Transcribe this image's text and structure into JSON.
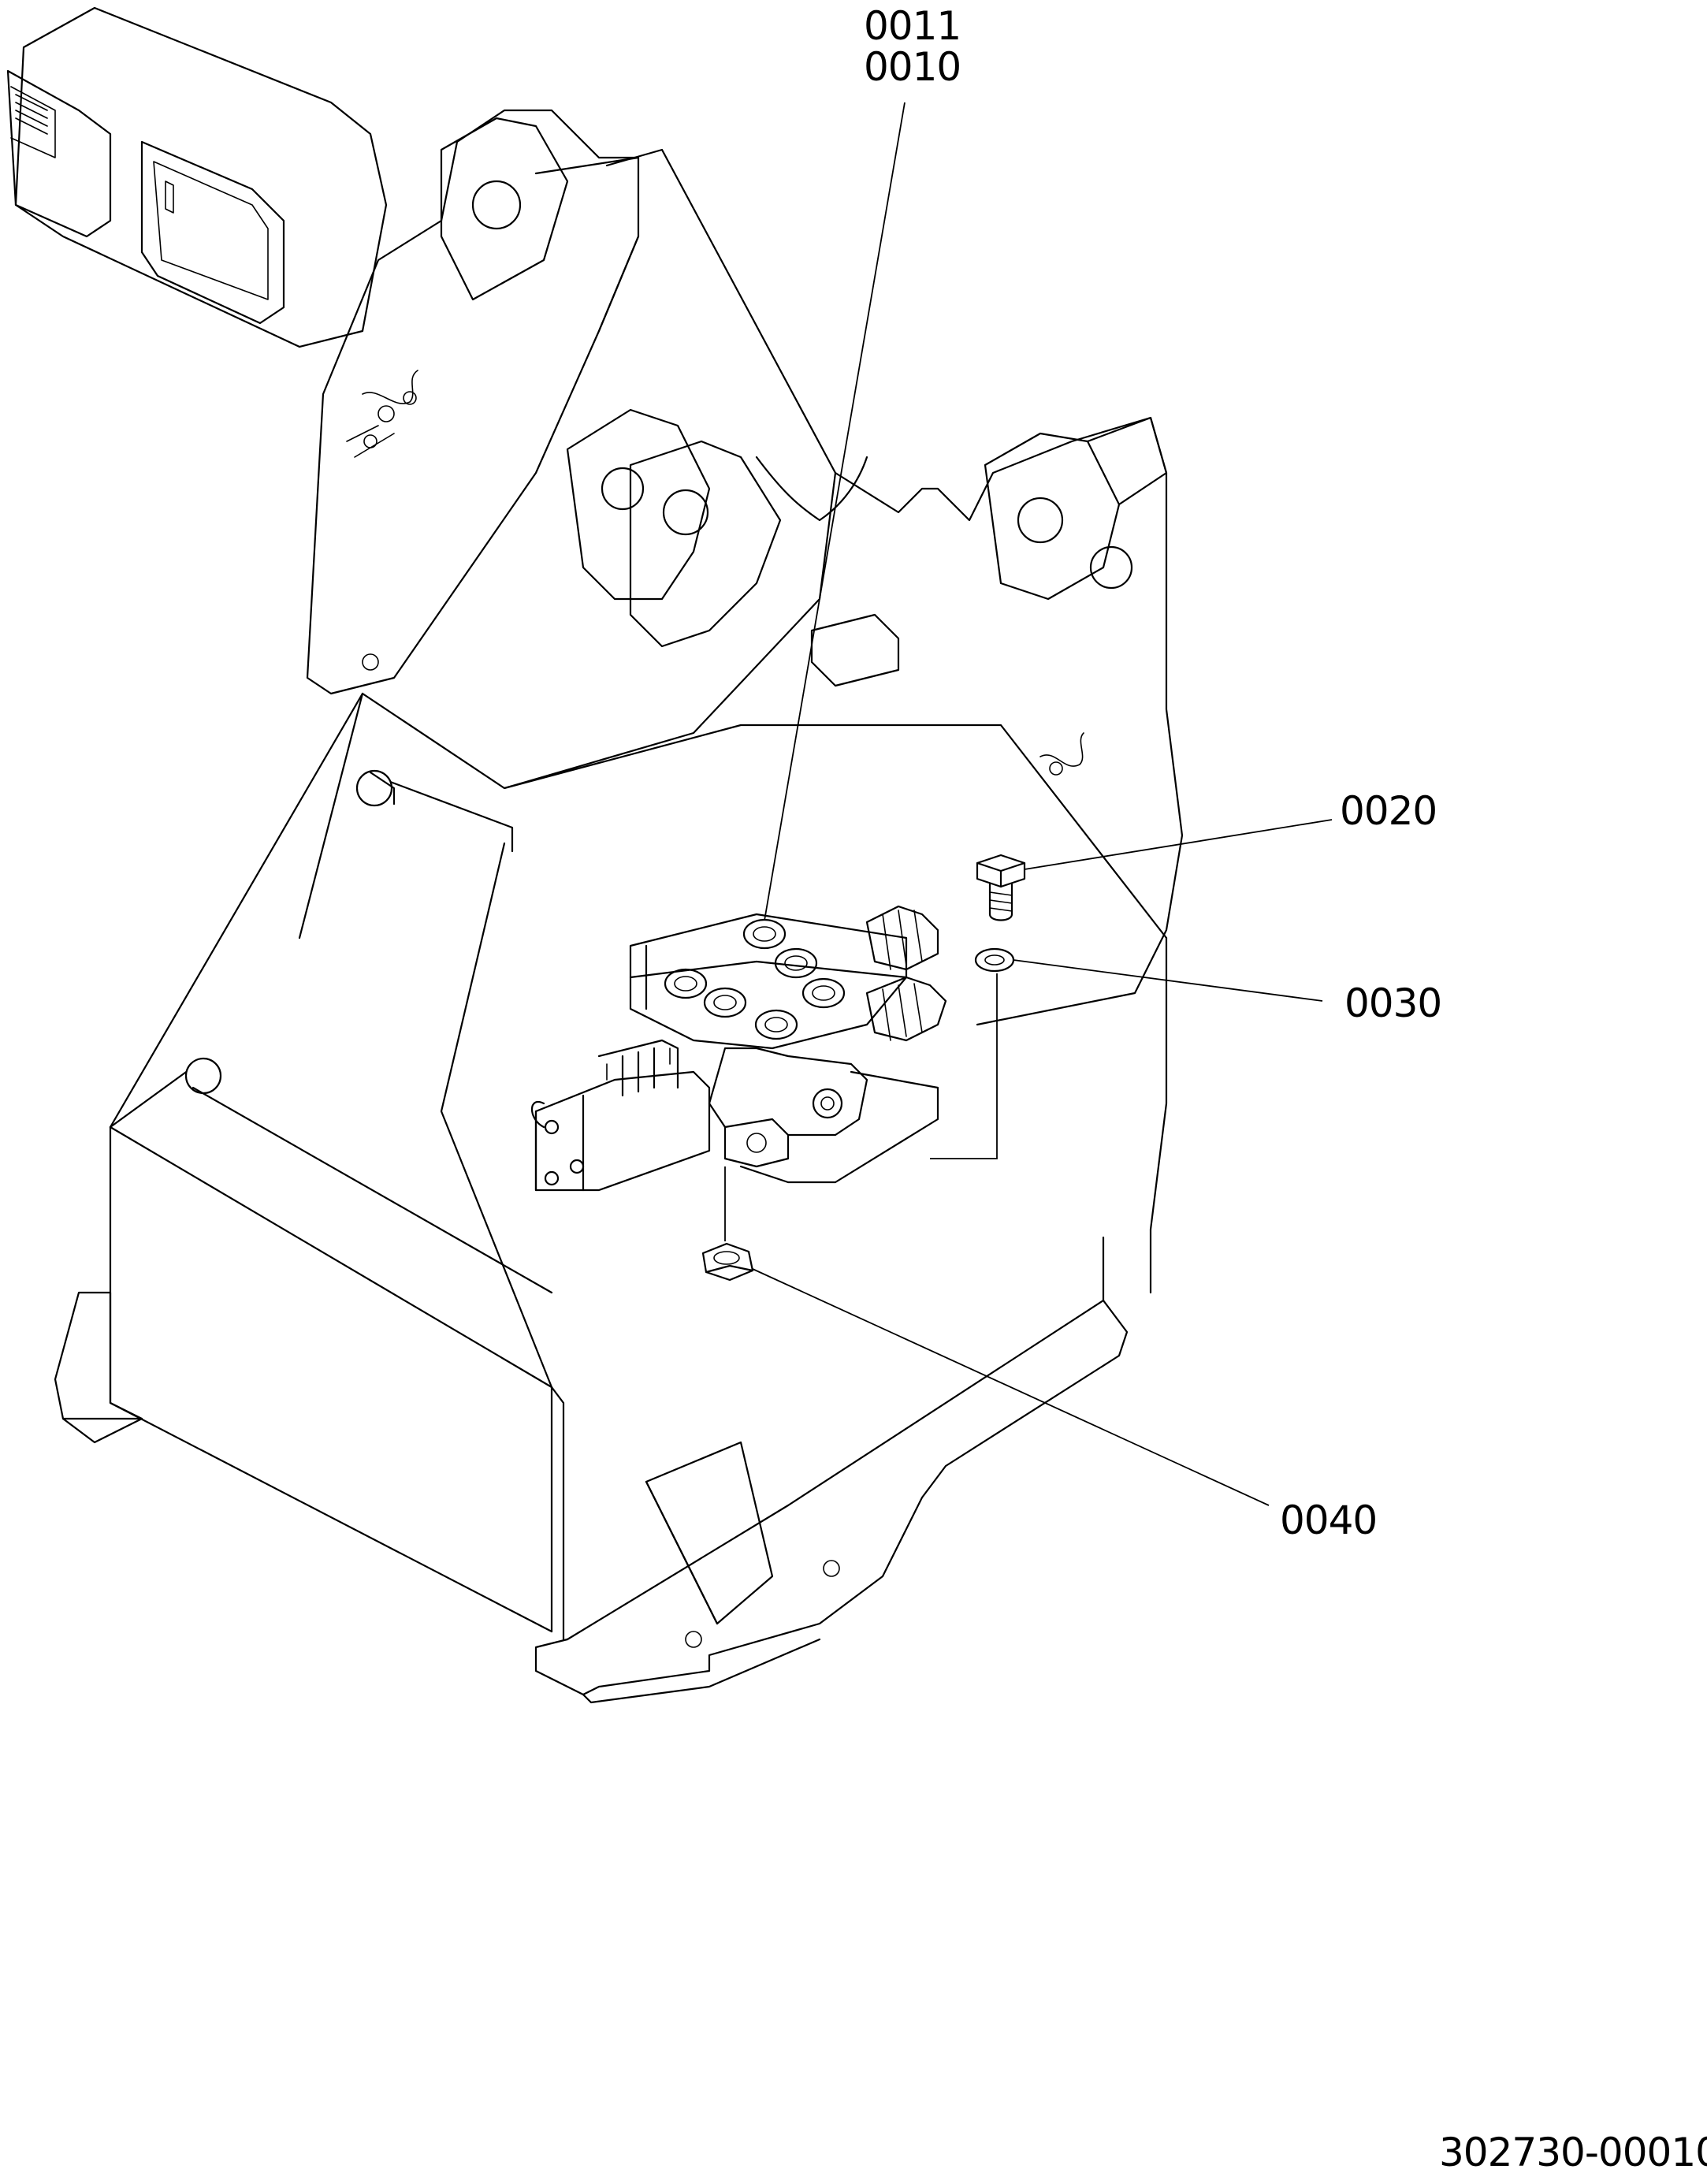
{
  "callouts": {
    "c0011": "0011",
    "c0010": "0010",
    "c0020": "0020",
    "c0030": "0030",
    "c0040": "0040"
  },
  "drawing_number": "302730-00010",
  "colors": {
    "line": "#000000",
    "background": "#ffffff"
  }
}
